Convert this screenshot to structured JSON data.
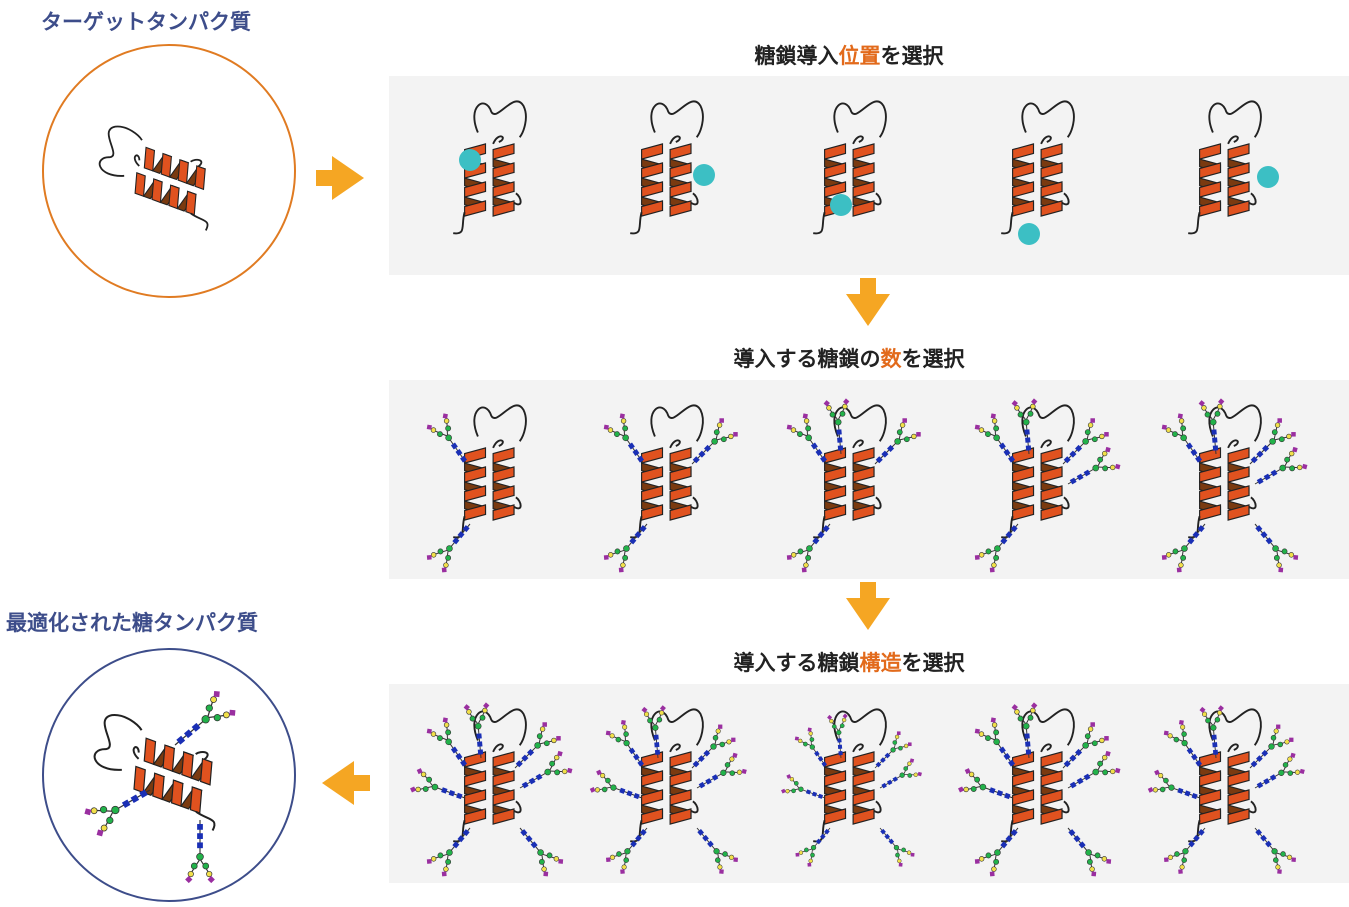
{
  "target_label": "ターゲットタンパク質",
  "result_label": "最適化された糖タンパク質",
  "steps": [
    {
      "pre": "糖鎖導入",
      "hl": "位置",
      "post": "を選択"
    },
    {
      "pre": "導入する糖鎖の",
      "hl": "数",
      "post": "を選択"
    },
    {
      "pre": "導入する糖鎖",
      "hl": "構造",
      "post": "を選択"
    }
  ],
  "colors": {
    "accent": "#e26a1b",
    "arrow": "#f5a623",
    "helix": "#e0521f",
    "helix_dark": "#7a3a10",
    "site": "#3cbfc4",
    "target_circle": "#e07b22",
    "result_circle": "#3d4d8a",
    "glcnac": "#1a2fb5",
    "mannose": "#22b24a",
    "galactose": "#f2e04a",
    "sialic": "#9a2fa0"
  }
}
